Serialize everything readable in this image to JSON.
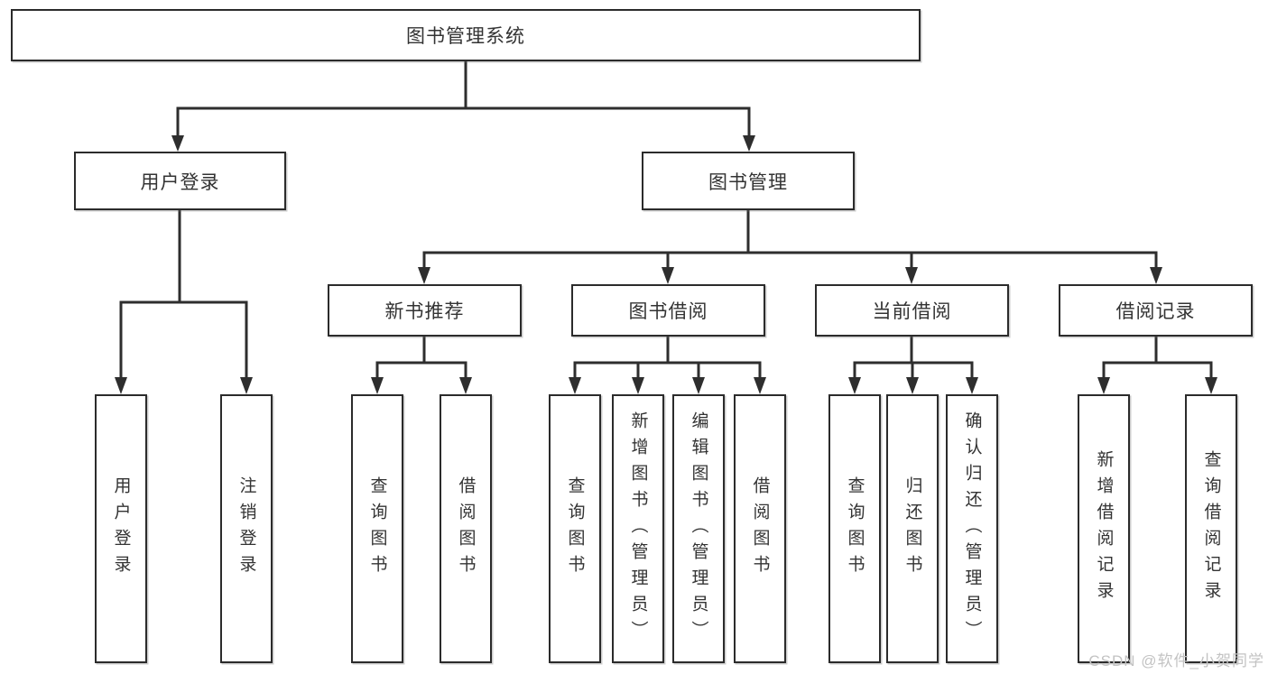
{
  "diagram": {
    "title": "图书管理系统",
    "colors": {
      "line": "#2e2e2e",
      "box-border": "#2b2b2b",
      "text": "#333333",
      "bg": "#ffffff",
      "watermark": "#c3c3c3"
    },
    "root": {
      "label": "图书管理系统"
    },
    "level2": [
      {
        "label": "用户登录"
      },
      {
        "label": "图书管理"
      }
    ],
    "level3": [
      {
        "label": "新书推荐"
      },
      {
        "label": "图书借阅"
      },
      {
        "label": "当前借阅"
      },
      {
        "label": "借阅记录"
      }
    ],
    "leaves": {
      "login": [
        {
          "label": "用户登录"
        },
        {
          "label": "注销登录"
        }
      ],
      "recommend": [
        {
          "label": "查询图书"
        },
        {
          "label": "借阅图书"
        }
      ],
      "borrow": [
        {
          "label": "查询图书"
        },
        {
          "label": "新增图书（管理员）"
        },
        {
          "label": "编辑图书（管理员）"
        },
        {
          "label": "借阅图书"
        }
      ],
      "current": [
        {
          "label": "查询图书"
        },
        {
          "label": "归还图书"
        },
        {
          "label": "确认归还（管理员）"
        }
      ],
      "record": [
        {
          "label": "新增借阅记录"
        },
        {
          "label": "查询借阅记录"
        }
      ]
    },
    "watermark": "CSDN @软件_小贺同学"
  }
}
